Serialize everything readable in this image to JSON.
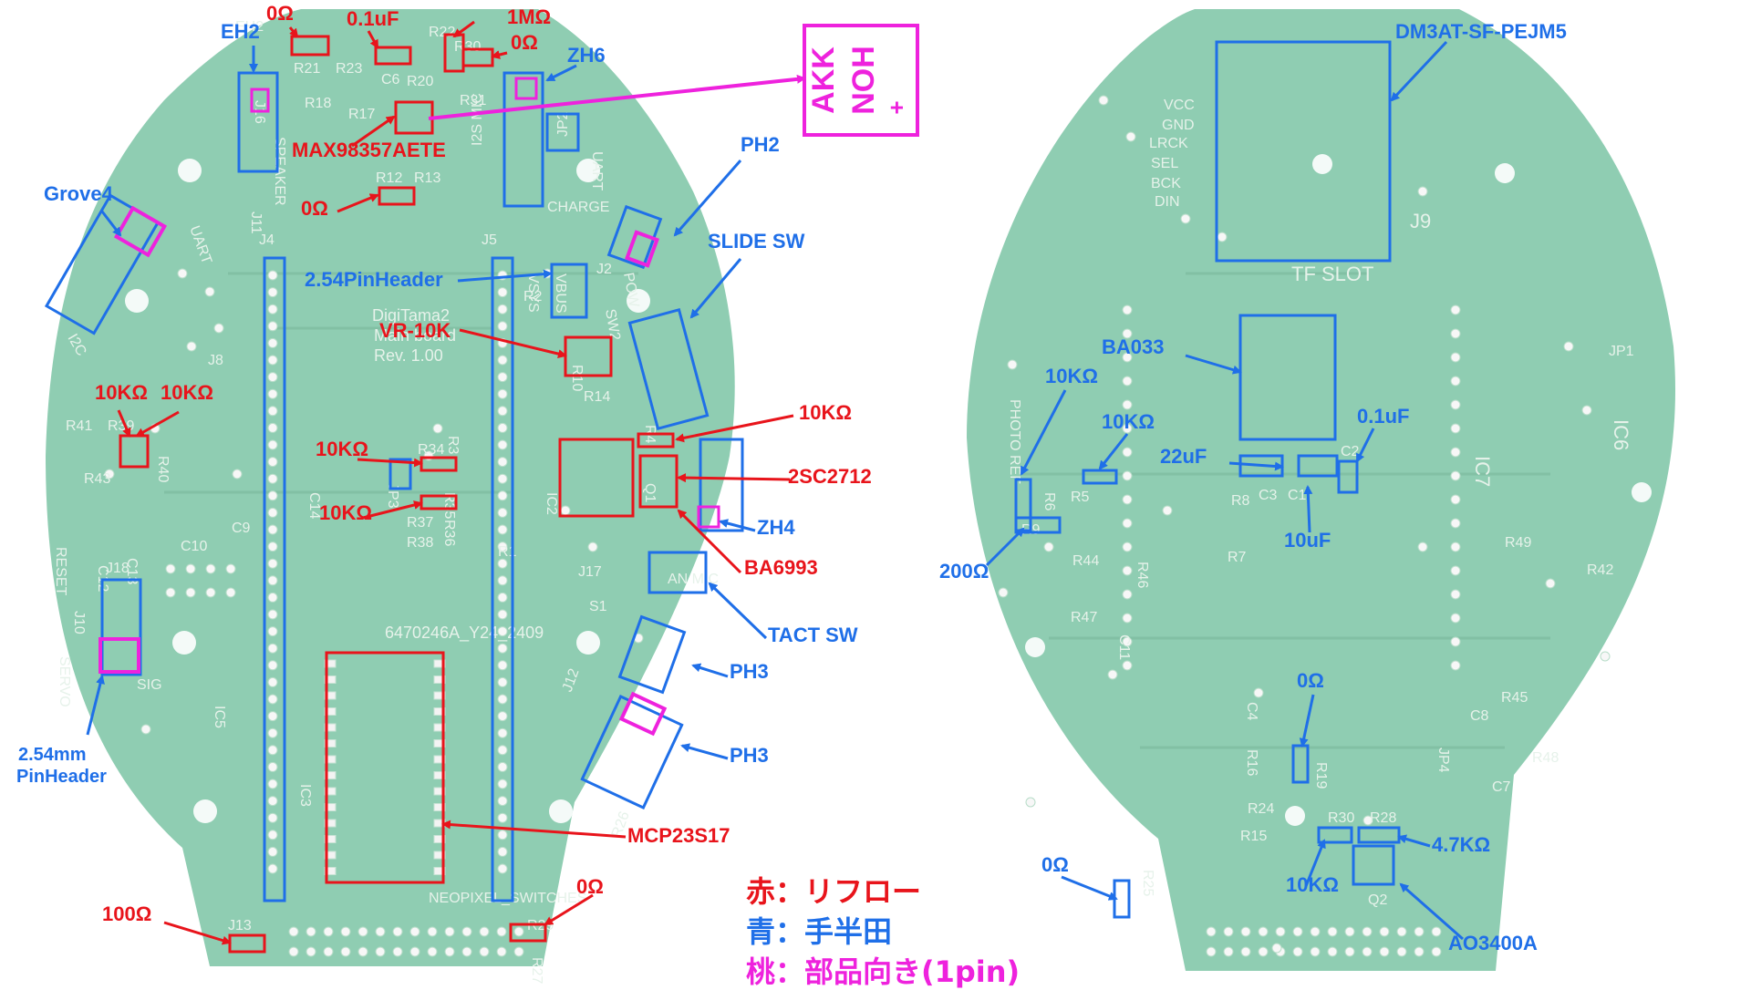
{
  "colors": {
    "board": "#8fcdb2",
    "board_dark": "#7fbfa3",
    "silk": "#e6f2ea",
    "pad": "#f3f3f3",
    "via": "#f7f7f7",
    "trace": "#7ab89b",
    "reflow": "#e8141b",
    "hand_solder": "#1f6fe8",
    "orientation": "#ee22dd"
  },
  "left_board": {
    "silk_labels": [
      "EH2",
      "R21",
      "R23",
      "C6",
      "R20",
      "R22",
      "R30",
      "R31",
      "R18",
      "R17",
      "J16",
      "SPEAKER",
      "R12",
      "R13",
      "I2S MIC",
      "JP2",
      "CHARGE",
      "UART",
      "J4",
      "J5",
      "J11",
      "UART",
      "I2C",
      "J8",
      "J2",
      "VBUS",
      "VSYS",
      "R2",
      "SW2",
      "POW",
      "DigiTama2",
      "Main board",
      "Rev. 1.00",
      "R10",
      "R14",
      "R41",
      "R39",
      "R40",
      "R43",
      "R34",
      "R3",
      "R35",
      "R36",
      "JP3",
      "R37",
      "R38",
      "R4",
      "IC2",
      "Q1",
      "R1",
      "J17",
      "AN MIC",
      "S1",
      "RESET",
      "C12",
      "C13",
      "C10",
      "C9",
      "J18",
      "J10",
      "SERVO",
      "SIG",
      "IC5",
      "C14",
      "6470246A_Y24_2409",
      "IC3",
      "R26",
      "J12",
      "NEOPIXEL_SWITCHES",
      "J13",
      "R29",
      "R27",
      "R32"
    ]
  },
  "right_board": {
    "silk_labels": [
      "VCC",
      "GND",
      "LRCK",
      "SEL",
      "BCK",
      "DIN",
      "J9",
      "TF SLOT",
      "PHOTO REF",
      "R6",
      "R5",
      "R9",
      "C3",
      "C1",
      "C2",
      "R8",
      "R7",
      "R44",
      "R46",
      "R47",
      "C11",
      "IC7",
      "IC6",
      "JP1",
      "R49",
      "R42",
      "C4",
      "R16",
      "R19",
      "R45",
      "C8",
      "JP4",
      "R48",
      "C7",
      "R24",
      "R15",
      "R30",
      "R28",
      "Q2",
      "R25"
    ]
  },
  "annotations": {
    "reflow": [
      "0Ω",
      "0.1uF",
      "1MΩ",
      "0Ω",
      "MAX98357AETE",
      "0Ω",
      "VR-10K",
      "10KΩ",
      "10KΩ",
      "10KΩ",
      "10KΩ",
      "10KΩ",
      "2SC2712",
      "BA6993",
      "MCP23S17",
      "100Ω",
      "0Ω"
    ],
    "hand_solder": [
      "EH2",
      "ZH6",
      "PH2",
      "Grove4",
      "SLIDE SW",
      "2.54PinHeader",
      "ZH4",
      "TACT SW",
      "PH3",
      "PH3",
      "2.54mm PinHeader",
      "DM3AT-SF-PEJM5",
      "BA033",
      "10KΩ",
      "10KΩ",
      "22uF",
      "0.1uF",
      "10uF",
      "200Ω",
      "0Ω",
      "0Ω",
      "4.7KΩ",
      "10KΩ",
      "AO3400A"
    ],
    "inset": {
      "line1": "AKK",
      "line2": "NOH",
      "plus": "+"
    }
  },
  "legend": [
    {
      "label": "赤：リフロー",
      "color": "#e8141b"
    },
    {
      "label": "青：手半田",
      "color": "#1f6fe8"
    },
    {
      "label": "桃：部品向き(1pin)",
      "color": "#ee22dd"
    }
  ]
}
